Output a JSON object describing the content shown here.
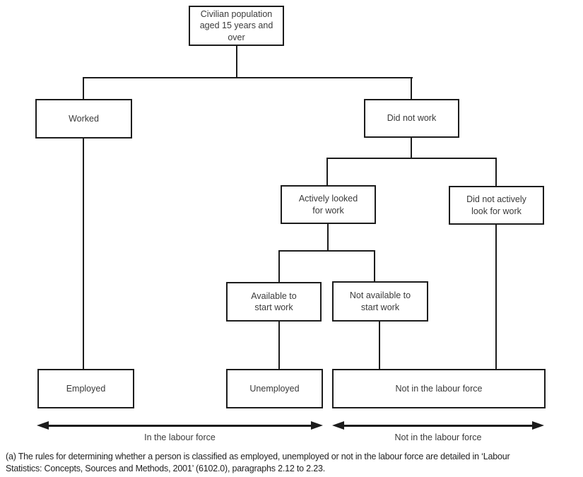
{
  "colors": {
    "line": "#1c1c1c",
    "text": "#3a3a3a",
    "background": "#ffffff"
  },
  "diagram": {
    "nodes": {
      "civilian": {
        "label": "Civilian population\naged 15 years and\nover"
      },
      "worked": {
        "label": "Worked"
      },
      "did_not_work": {
        "label": "Did not work"
      },
      "actively_looked": {
        "label": "Actively looked\nfor work"
      },
      "did_not_actively": {
        "label": "Did not actively\nlook for work"
      },
      "available": {
        "label": "Available to\nstart work"
      },
      "not_available": {
        "label": "Not available to\nstart work"
      },
      "employed": {
        "label": "Employed"
      },
      "unemployed": {
        "label": "Unemployed"
      },
      "not_in_labour_force": {
        "label": "Not in the labour force"
      }
    },
    "arrow_labels": {
      "in_labour_force": "In the labour force",
      "not_in_labour_force": "Not in the labour force"
    },
    "footnote": "(a) The rules for determining whether a person is classified as employed, unemployed or not in the labour force are detailed in ‘Labour\nStatistics: Concepts, Sources and Methods, 2001’ (6102.0), paragraphs 2.12 to 2.23."
  }
}
